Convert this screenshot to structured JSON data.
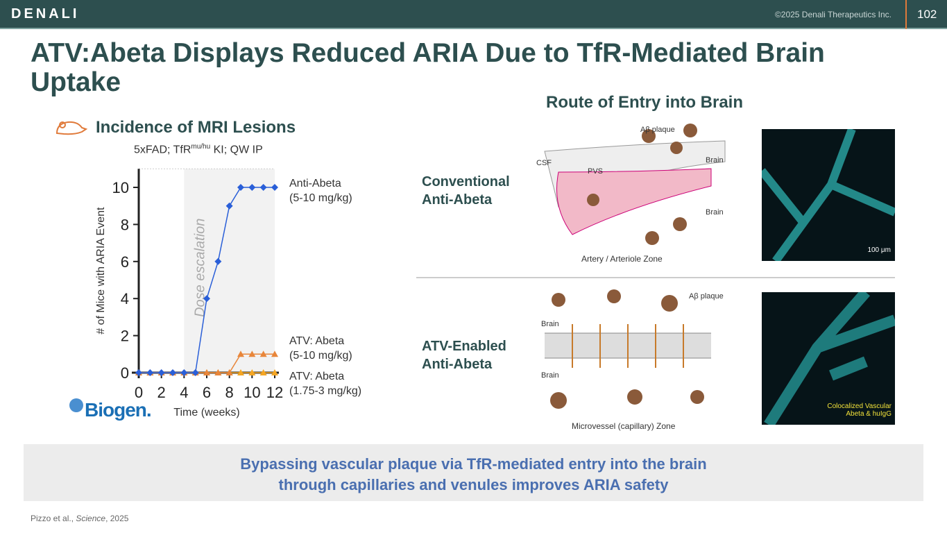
{
  "header": {
    "logo": "DENALI",
    "copyright": "©2025 Denali Therapeutics Inc.",
    "page": "102"
  },
  "title": "ATV:Abeta Displays Reduced ARIA Due to TfR-Mediated Brain Uptake",
  "left": {
    "heading": "Incidence of MRI Lesions",
    "subtitle_pre": "5xFAD; TfR",
    "subtitle_sup": "mu/hu",
    "subtitle_post": " KI; QW IP",
    "sponsor_logo": "Biogen."
  },
  "chart_data": {
    "type": "line",
    "title": "5xFAD; TfRmu/hu KI; QW IP",
    "xlabel": "Time (weeks)",
    "ylabel": "# of Mice with ARIA Event",
    "xlim": [
      0,
      12
    ],
    "ylim": [
      0,
      11
    ],
    "xticks": [
      "0",
      "2",
      "4",
      "6",
      "8",
      "10",
      "12"
    ],
    "yticks": [
      "0",
      "2",
      "4",
      "6",
      "8",
      "10"
    ],
    "annotation": "Dose escalation",
    "shaded_range": [
      4,
      12
    ],
    "x": [
      0,
      1,
      2,
      3,
      4,
      5,
      6,
      7,
      8,
      9,
      10,
      11,
      12
    ],
    "series": [
      {
        "name": "Anti-Abeta",
        "dose": "(5-10 mg/kg)",
        "color": "#2a5fd8",
        "marker": "diamond",
        "values": [
          0,
          0,
          0,
          0,
          0,
          0,
          4,
          6,
          9,
          10,
          10,
          10,
          10
        ]
      },
      {
        "name": "ATV: Abeta",
        "dose": "(5-10 mg/kg)",
        "color": "#e8863a",
        "marker": "triangle",
        "values": [
          0,
          0,
          0,
          0,
          0,
          0,
          0,
          0,
          0,
          1,
          1,
          1,
          1
        ]
      },
      {
        "name": "ATV: Abeta",
        "dose": "(1.75-3 mg/kg)",
        "color": "#f5a623",
        "marker": "triangle",
        "values": [
          0,
          0,
          0,
          0,
          0,
          0,
          0,
          0,
          0,
          0,
          0,
          0,
          0
        ]
      }
    ]
  },
  "right": {
    "heading": "Route of Entry into Brain",
    "rows": [
      {
        "label1": "Conventional",
        "label2": "Anti-Abeta",
        "caption": "Artery / Arteriole Zone",
        "labels": {
          "plaque": "Aβ plaque",
          "csf": "CSF",
          "pvs": "PVS",
          "brain_top": "Brain",
          "brain_bottom": "Brain"
        },
        "scale": "100 μm"
      },
      {
        "label1": "ATV-Enabled",
        "label2": "Anti-Abeta",
        "caption": "Microvessel (capillary) Zone",
        "labels": {
          "plaque": "Aβ plaque",
          "brain_top": "Brain",
          "brain_bottom": "Brain"
        },
        "image_caption1": "Colocalized Vascular",
        "image_caption2": "Abeta & huIgG"
      }
    ]
  },
  "banner": {
    "line1": "Bypassing vascular plaque via TfR-mediated entry into the brain",
    "line2": "through capillaries and venules improves ARIA safety"
  },
  "citation": {
    "authors": "Pizzo et al., ",
    "journal": "Science",
    "year": ", 2025"
  }
}
